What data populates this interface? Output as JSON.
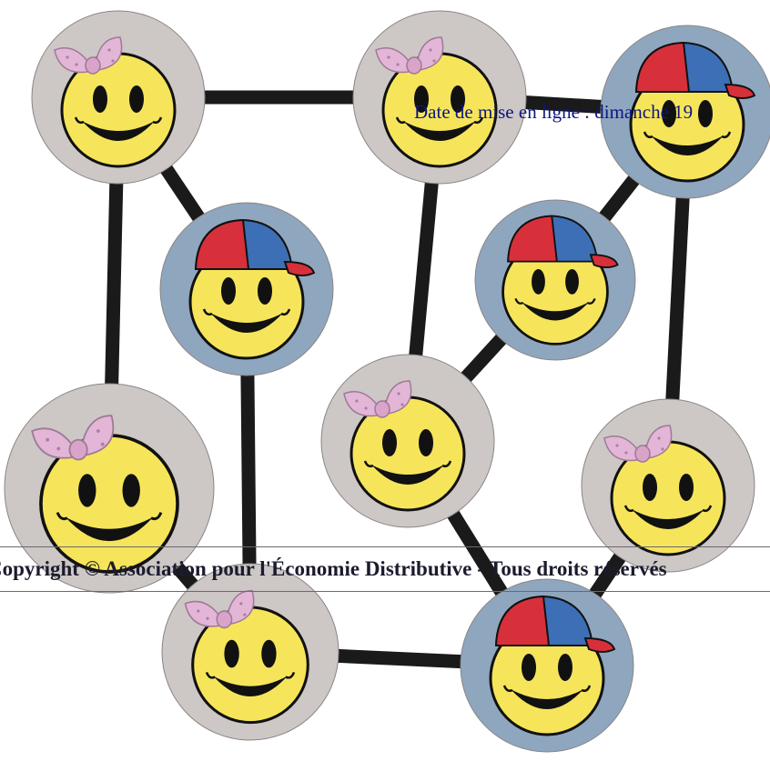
{
  "page": {
    "date_line": "Date de mise en ligne : dimanche 19",
    "copyright": "Copyright © Association pour l'Économie Distributive - Tous droits réservés"
  },
  "colors": {
    "background": "#ffffff",
    "girl_disc": "#cdc7c5",
    "boy_disc": "#8fa6bf",
    "face": "#f6e55b",
    "edge": "#1a1a1a",
    "bow": "#e3b6d8",
    "cap_red": "#d8303a",
    "cap_blue": "#3c6fb5",
    "date_text": "#0c1780"
  },
  "network": {
    "nodes": [
      {
        "id": "n1",
        "kind": "girl",
        "icon": "girl-smiley-icon"
      },
      {
        "id": "n2",
        "kind": "girl",
        "icon": "girl-smiley-icon"
      },
      {
        "id": "n3",
        "kind": "boy",
        "icon": "boy-smiley-icon"
      },
      {
        "id": "n4",
        "kind": "boy",
        "icon": "boy-smiley-icon"
      },
      {
        "id": "n5",
        "kind": "boy",
        "icon": "boy-smiley-icon"
      },
      {
        "id": "n6",
        "kind": "girl",
        "icon": "girl-smiley-icon"
      },
      {
        "id": "n7",
        "kind": "girl",
        "icon": "girl-smiley-icon"
      },
      {
        "id": "n8",
        "kind": "girl",
        "icon": "girl-smiley-icon"
      },
      {
        "id": "n9",
        "kind": "girl",
        "icon": "girl-smiley-icon"
      },
      {
        "id": "n10",
        "kind": "boy",
        "icon": "boy-smiley-icon"
      }
    ],
    "edges": [
      [
        "n1",
        "n2"
      ],
      [
        "n2",
        "n3"
      ],
      [
        "n1",
        "n4"
      ],
      [
        "n1",
        "n7"
      ],
      [
        "n5",
        "n3"
      ],
      [
        "n3",
        "n9"
      ],
      [
        "n4",
        "n8"
      ],
      [
        "n2",
        "n6"
      ],
      [
        "n6",
        "n5"
      ],
      [
        "n6",
        "n10"
      ],
      [
        "n7",
        "n8"
      ],
      [
        "n8",
        "n10"
      ],
      [
        "n9",
        "n10"
      ]
    ]
  }
}
